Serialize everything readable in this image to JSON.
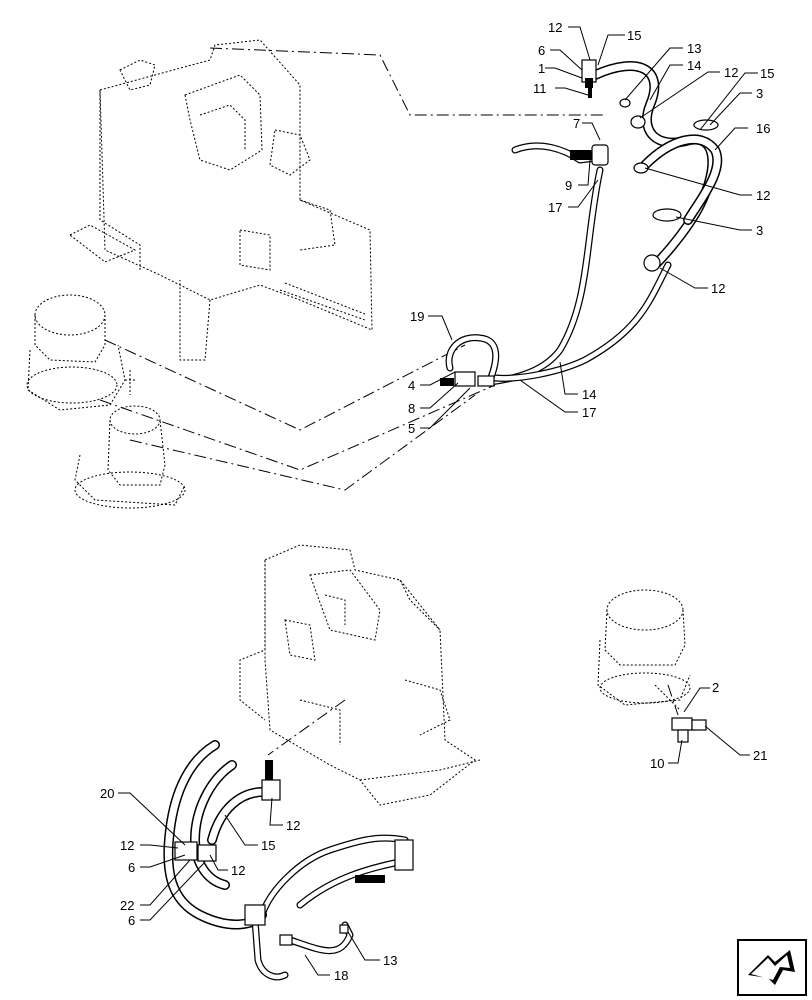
{
  "diagram": {
    "callouts": [
      {
        "id": "c-12a",
        "text": "12"
      },
      {
        "id": "c-6a",
        "text": "6"
      },
      {
        "id": "c-1",
        "text": "1"
      },
      {
        "id": "c-11",
        "text": "11"
      },
      {
        "id": "c-15a",
        "text": "15"
      },
      {
        "id": "c-13a",
        "text": "13"
      },
      {
        "id": "c-14a",
        "text": "14"
      },
      {
        "id": "c-12b",
        "text": "12"
      },
      {
        "id": "c-15b",
        "text": "15"
      },
      {
        "id": "c-3a",
        "text": "3"
      },
      {
        "id": "c-16",
        "text": "16"
      },
      {
        "id": "c-7",
        "text": "7"
      },
      {
        "id": "c-9",
        "text": "9"
      },
      {
        "id": "c-17a",
        "text": "17"
      },
      {
        "id": "c-12c",
        "text": "12"
      },
      {
        "id": "c-3b",
        "text": "3"
      },
      {
        "id": "c-12d",
        "text": "12"
      },
      {
        "id": "c-19",
        "text": "19"
      },
      {
        "id": "c-4",
        "text": "4"
      },
      {
        "id": "c-8",
        "text": "8"
      },
      {
        "id": "c-5",
        "text": "5"
      },
      {
        "id": "c-14b",
        "text": "14"
      },
      {
        "id": "c-17b",
        "text": "17"
      },
      {
        "id": "c-2",
        "text": "2"
      },
      {
        "id": "c-10",
        "text": "10"
      },
      {
        "id": "c-21",
        "text": "21"
      },
      {
        "id": "c-20",
        "text": "20"
      },
      {
        "id": "c-12e",
        "text": "12"
      },
      {
        "id": "c-15c",
        "text": "15"
      },
      {
        "id": "c-12f",
        "text": "12"
      },
      {
        "id": "c-12g",
        "text": "12"
      },
      {
        "id": "c-6b",
        "text": "6"
      },
      {
        "id": "c-22",
        "text": "22"
      },
      {
        "id": "c-6c",
        "text": "6"
      },
      {
        "id": "c-13b",
        "text": "13"
      },
      {
        "id": "c-18",
        "text": "18"
      }
    ],
    "nav_icon": "next-page-arrow-icon"
  }
}
